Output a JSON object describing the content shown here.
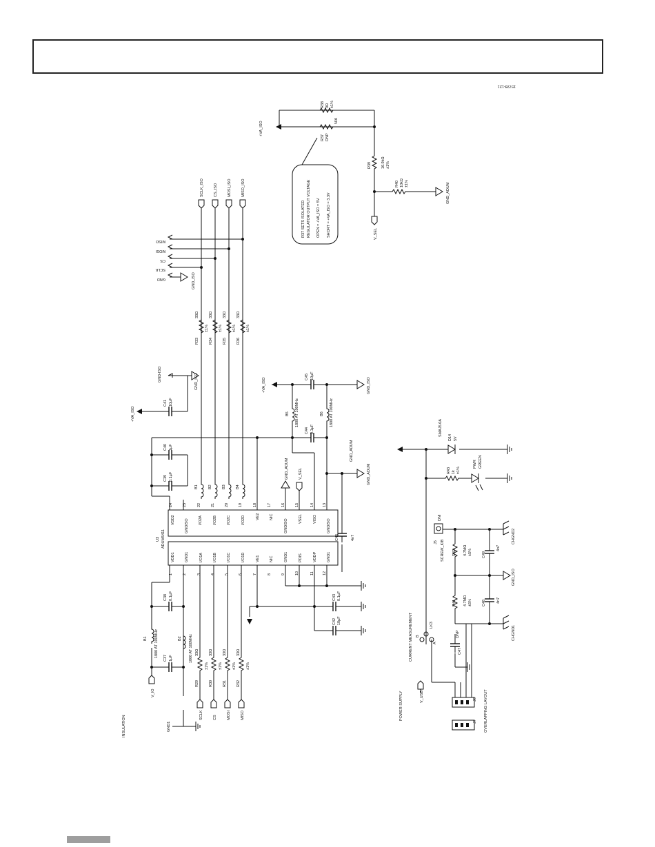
{
  "figure_id": "15728-121",
  "labels": {
    "va_iso_top": "+VA_ISO",
    "r38": "R38",
    "r38_val": "0Ω",
    "r38_tol": "±1%",
    "r37": "R37",
    "r37_val": "DNP",
    "r37_na": "N/A",
    "r39": "R39",
    "r39_val": "16.9kΩ",
    "r39_tol": "±1%",
    "r40": "R40",
    "r40_val": "10kΩ",
    "r40_tol": "±1%",
    "gnd_adum_top": "GND_ADUM",
    "v_sel_top": "V_SEL",
    "note_lines": [
      "R37 SETS ISOLATED",
      "REGULATOR OUTPUT VOLTAGE",
      "OPEN = +VA_ISO = 5V",
      "SHORT = +VA_ISO = 3.3V"
    ],
    "sclk_iso": "SCLK_ISO",
    "cs_iso": "CS_ISO",
    "mosi_iso": "MOSI_ISO",
    "miso_iso": "MISO_ISO",
    "misox": "MISO",
    "mosix": "MOSI",
    "csx": "CS",
    "sclkx": "SCLK",
    "gndx": "GND",
    "gnd_iso": "GND_ISO",
    "r33": "R33",
    "r34": "R34",
    "r35": "R35",
    "r36": "R36",
    "r_33ohm": "33Ω",
    "r_tol": "±1%",
    "gnd_iso_c": "GND-ISO",
    "gnd_iso_b": "GND_ISO",
    "c41": "C41",
    "c41_val": "10µF",
    "va_iso_c41": "+VA_ISO",
    "va_iso_b5": "+VA_ISO",
    "c45": "C45",
    "c45_val": "10µF",
    "gnd_iso_c45": "GND_ISO",
    "b5": "B5",
    "b5_val": "1800 AT 100MHz",
    "b6": "B6",
    "b6_val": "1800 AT 100MHz",
    "c44": "C44",
    "c44_val": "0.1µF",
    "c40": "C40",
    "c40_val": "1µF",
    "c39": "C39",
    "c39_val": "0.1µF",
    "gnd_adum_mid": "GND_ADUM",
    "gnd_adum_right": "GND_ADUM",
    "gnd_adum_r2": "GND_ADUM",
    "v_sel_mid": "V_SEL",
    "b1": "B1",
    "b2": "B2",
    "b3": "B3",
    "b4": "B4",
    "u3": "U3",
    "u3_part": "ADUM5411",
    "pins_top": [
      "24",
      "23",
      "22",
      "21",
      "20",
      "19",
      "18",
      "17",
      "16",
      "15",
      "14",
      "13"
    ],
    "pins_bot": [
      "1",
      "2",
      "3",
      "4",
      "5",
      "6",
      "7",
      "8",
      "9",
      "10",
      "11",
      "12"
    ],
    "pin_names_top": [
      "VDD2",
      "GNDISO",
      "I/O2A",
      "I/O2B",
      "I/O2C",
      "I/O2D",
      "VE2",
      "NIC",
      "GNDISO",
      "VSEL",
      "VISO",
      "GNDISO"
    ],
    "pin_names_bot": [
      "VDD1",
      "GND1",
      "I/O1A",
      "I/O1B",
      "I/O1C",
      "I/O1D",
      "VE1",
      "NIC",
      "GND1",
      "PDIS",
      "VDDP",
      "GND1"
    ],
    "c46": "C46",
    "c46_val": "4n7",
    "r_b1": "B1",
    "r_b1_val": "1800 AT 100MHz",
    "r_b2": "B2",
    "r_b2_val": "1800 AT 100MHz",
    "c37": "C37",
    "c37_val": "1µF",
    "c38": "C38",
    "c38_val": "0.1µF",
    "c42": "C42",
    "c42_val": "10µF",
    "c43": "C43",
    "c43_val": "0.1µF",
    "r29": "R29",
    "r30": "R30",
    "r31": "R31",
    "r32": "R32",
    "v_io": "V_IO",
    "sclk": "SCLK",
    "cs": "CS",
    "mosi": "MOSI",
    "miso": "MISO",
    "gnd1": "GND1",
    "insulation": "INSULATION",
    "d14": "D14",
    "d14_val": "5V",
    "d14_part": "SMAJ5.0A",
    "r43": "R43",
    "r43_val": "1k",
    "r43_tol": "±1%",
    "pwr": "PWR",
    "pwr_val": "GREEN",
    "j5": "J5",
    "j5_val": "SCREW_KIB",
    "dnl": "DNI",
    "r42": "R42",
    "r42_val": "4.7MΩ",
    "r42_tol": "±5%",
    "r41": "R41",
    "r41_val": "4.7MΩ",
    "r41_tol": "±5%",
    "c49": "C49",
    "c49_val": "4n7",
    "c48": "C48",
    "c48_val": "4n7",
    "c47": "C47",
    "c47_val": "DNP",
    "chgnd2": "CHGND2",
    "chgnd1": "CHGND1",
    "gnd_iso_right": "GND_ISO",
    "lk3": "LK3",
    "lk3_b": "B",
    "lk3_a": "A",
    "current": "CURRENT MEASUREMENT",
    "power_supply": "POWER SUPPLY",
    "v_usb": "V_USB",
    "j6": "J6",
    "j7": "J7",
    "overlapping": "OVERLAPPING LAYOUT"
  }
}
